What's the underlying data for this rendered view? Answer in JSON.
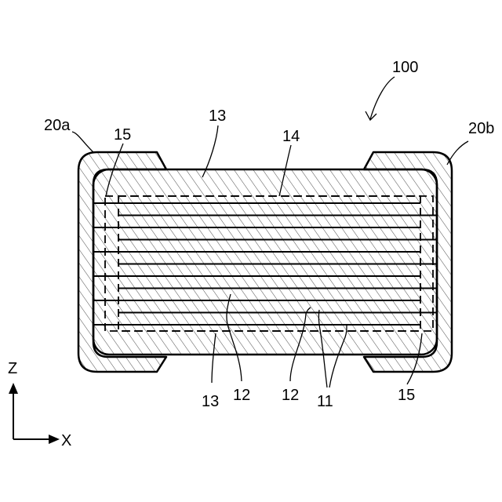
{
  "figure": {
    "assembly_ref": "100",
    "axes": {
      "vertical": "Z",
      "horizontal": "X"
    },
    "labels": {
      "ext_left": "20a",
      "ext_right": "20b",
      "margin_left": "15",
      "margin_right": "15",
      "cover_top": "13",
      "cover_bottom": "13",
      "boundary": "14",
      "elec_a": "12",
      "elec_b": "12",
      "dielectric_a": "11",
      "dielectric_b": "11"
    }
  },
  "colors": {
    "line": "#000000",
    "background": "#ffffff"
  }
}
